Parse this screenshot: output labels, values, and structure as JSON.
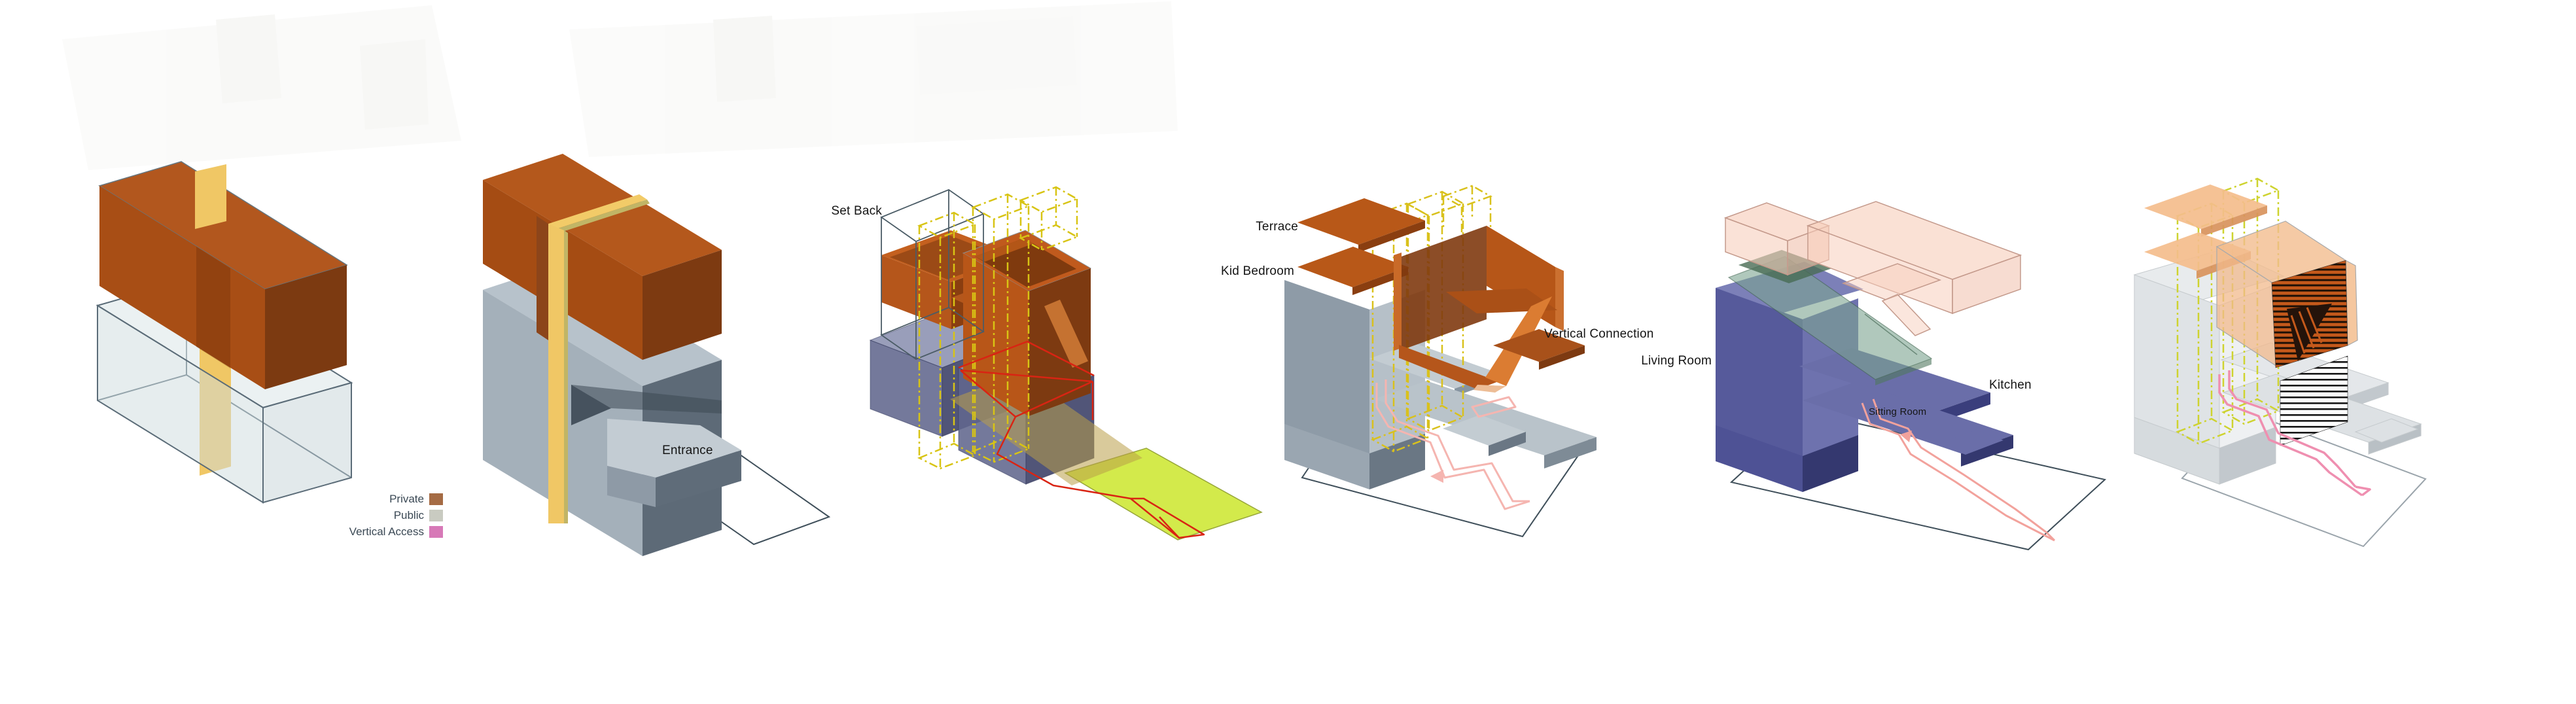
{
  "legend": {
    "items": [
      {
        "label": "Private",
        "color": "#a56b44"
      },
      {
        "label": "Public",
        "color": "#c9cbc1"
      },
      {
        "label": "Vertical Access",
        "color": "#d779b7"
      }
    ]
  },
  "labels": {
    "set_back": "Set Back",
    "entrance": "Entrance",
    "terrace": "Terrace",
    "kid_bedroom": "Kid Bedroom",
    "vertical_connection": "Vertical Connection",
    "living_room": "Living Room",
    "kitchen": "Kitchen",
    "sitting_room": "Sitting Room"
  },
  "palette": {
    "private_orange": "#b2571e",
    "private_orange_dark": "#7c3a11",
    "public_gray": "#9aa7b3",
    "vertical_access_yellow": "#f0c765",
    "guide_dash_yellow": "#d9c11c",
    "guide_dash_green": "#ced32f",
    "circulation_red": "#d92413",
    "circulation_pink": "#f2a29c",
    "final_pink_path": "#ef8fb0",
    "site_chartreuse": "#d3ea4b",
    "plan_purple": "#565a9b",
    "plan_green": "#7ba390",
    "ghost_pink": "#f6cfc2",
    "final_peach": "#f2ba8c"
  }
}
